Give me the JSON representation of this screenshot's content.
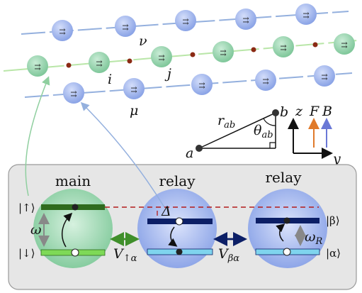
{
  "lattice_labels": {
    "nu": "ν",
    "i": "i",
    "j": "j",
    "mu": "μ"
  },
  "geometry_labels": {
    "r": "r",
    "r_sub": "ab",
    "a": "a",
    "b": "b",
    "theta": "θ",
    "theta_sub": "ab"
  },
  "axes_labels": {
    "z": "z",
    "y": "y",
    "F": "F",
    "B": "B"
  },
  "panel": {
    "main_title": "main",
    "relay1_title": "relay",
    "relay2_title": "relay",
    "up_ket": "|↑⟩",
    "down_ket": "|↓⟩",
    "beta_ket": "|β⟩",
    "alpha_ket": "|α⟩",
    "omega": "ω",
    "omega_R": "ω",
    "omega_R_sub": "R",
    "delta": "Δ",
    "V1": "V",
    "V1_sub": "↑α",
    "V2": "V",
    "V2_sub": "βα"
  },
  "colors": {
    "green_atom": "#8fd3a8",
    "blue_atom": "#9fb5ee",
    "green_line": "#b9e6a8",
    "blue_line": "#94b0de",
    "dark_green": "#2f6b1e",
    "light_green": "#7ed957",
    "dark_blue": "#0c1f66",
    "light_blue": "#7fd4ee",
    "red_dash": "#b31b1b",
    "force_arrow": "#e07a2b",
    "field_arrow": "#6a78d6"
  }
}
